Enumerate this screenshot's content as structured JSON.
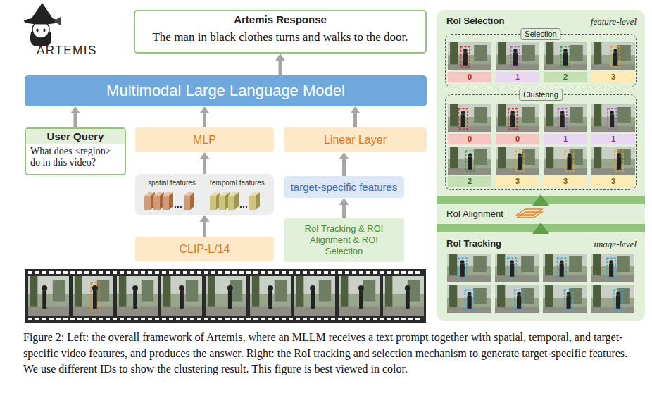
{
  "diagram": {
    "caption": "Figure 2: Left: the overall framework of Artemis, where an MLLM receives a text prompt together with spatial, temporal, and target-specific video features, and produces the answer. Right: the RoI tracking and selection mechanism to generate target-specific features. We use different IDs to show the clustering result. This figure is best viewed in color.",
    "nodes": [
      {
        "text": [
          "Artemis Response",
          "The man in black clothes turns and walks to the door."
        ]
      },
      {
        "text": [
          "Multimodal Large Language Model"
        ]
      },
      {
        "text": [
          "User Query",
          "What does <region> do in this video?"
        ]
      },
      {
        "text": [
          "MLP"
        ]
      },
      {
        "text": [
          "Linear Layer"
        ]
      },
      {
        "text": [
          "spatial features",
          "temporal features"
        ]
      },
      {
        "text": [
          "target-specific features"
        ]
      },
      {
        "text": [
          "CLIP-L/14"
        ]
      },
      {
        "text": [
          "RoI Tracking & ROI Alignment & ROI Selection"
        ]
      },
      {
        "text": [
          "RoI Selection",
          "feature-level",
          "RoI Alignment",
          "RoI Tracking",
          "image-level"
        ]
      },
      {
        "text": [
          "Selection"
        ],
        "in": 9
      },
      {
        "text": [
          "0"
        ],
        "in": 10
      },
      {
        "text": [
          "1"
        ],
        "in": 10
      },
      {
        "text": [
          "2"
        ],
        "in": 10
      },
      {
        "text": [
          "3"
        ],
        "in": 10
      },
      {
        "text": [
          "Clustering"
        ],
        "in": 9
      },
      {
        "text": [
          "0"
        ],
        "in": 15
      },
      {
        "text": [
          "0"
        ],
        "in": 15
      },
      {
        "text": [
          "1"
        ],
        "in": 15
      },
      {
        "text": [
          "1"
        ],
        "in": 15
      },
      {
        "text": [
          "2"
        ],
        "in": 15
      },
      {
        "text": [
          "3"
        ],
        "in": 15
      },
      {
        "text": [
          "3"
        ],
        "in": 15
      },
      {
        "text": [
          "3"
        ],
        "in": 15
      }
    ],
    "edges": [
      {
        "from": 1,
        "to": 0,
        "arrow": "to"
      },
      {
        "from": 2,
        "to": 1,
        "arrow": "to"
      },
      {
        "from": 3,
        "to": 1,
        "arrow": "to"
      },
      {
        "from": 4,
        "to": 1,
        "arrow": "to"
      },
      {
        "from": 5,
        "to": 3,
        "arrow": "to"
      },
      {
        "from": 6,
        "to": 4,
        "arrow": "to"
      },
      {
        "from": 7,
        "to": 5,
        "arrow": "to"
      },
      {
        "from": 8,
        "to": 6,
        "arrow": "to"
      }
    ],
    "labels": [
      "ARTEMIS"
    ]
  }
}
